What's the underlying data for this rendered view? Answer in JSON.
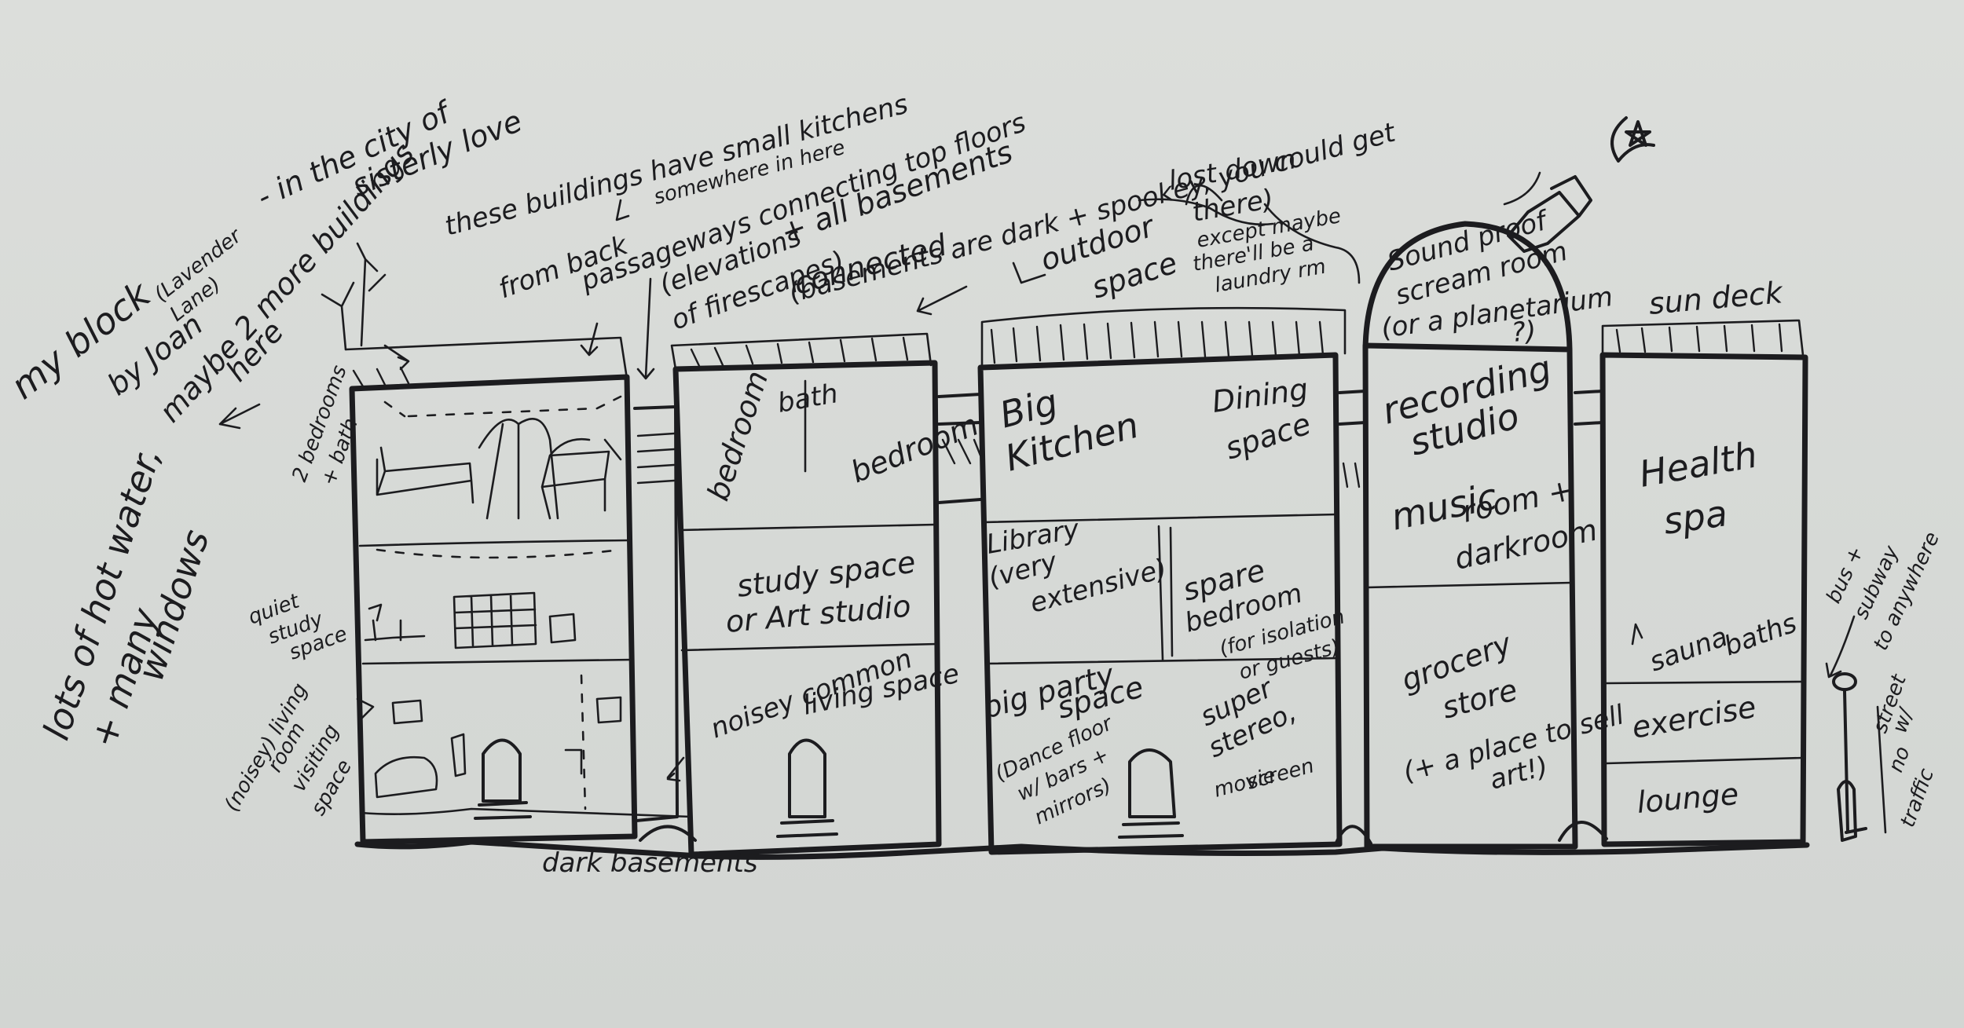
{
  "title": {
    "line1": "my block",
    "paren1": "(Lavender",
    "paren2": "Lane)",
    "byline": "by Joan",
    "suffix1": "- in the city of",
    "suffix2": "sisterly love"
  },
  "margin_notes": {
    "hot_water": "lots of hot water,",
    "many": "+ many",
    "windows": "windows",
    "maybe1": "maybe 2 more buildings",
    "maybe2": "here"
  },
  "top_notes": {
    "kitchens1": "these buildings have small kitchens",
    "kitchens2": "somewhere in here",
    "frombac": "from back",
    "passageways": "passageways connecting top floors",
    "all_basements": "+ all basements",
    "connected": "connected",
    "elevations1": "(elevations",
    "elevations2": "of firescapes)",
    "basements_dark": "(basements are dark + spookey, you could get",
    "lost_down": "lost down",
    "there": "there)",
    "except1": "except maybe",
    "except2": "there'll be a",
    "except3": "laundry rm",
    "outdoor": "outdoor",
    "space": "space"
  },
  "building1": {
    "side_bed1": "2 bedrooms",
    "side_bed2": "+ bath",
    "side_study1": "quiet",
    "side_study2": "study",
    "side_study3": "space",
    "side_living1": "(noisey) living",
    "side_living2": "room",
    "side_living3": "visiting",
    "side_living4": "space"
  },
  "building2": {
    "bedroom_left": "bedroom",
    "bath": "bath",
    "bedroom_right": "bedroom",
    "study1": "study space",
    "study2": "or Art studio",
    "living1": "noisey common",
    "living2": "living space"
  },
  "building3": {
    "kitchen1": "Big",
    "kitchen2": "Kitchen",
    "dining1": "Dining",
    "dining2": "space",
    "library1": "Library",
    "library2": "(very",
    "library3": "extensive)",
    "spare1": "spare",
    "spare2": "bedroom",
    "spare3": "(for isolation",
    "spare4": "or guests)",
    "party1": "big party",
    "party2": "space",
    "party3": "(Dance floor",
    "party4": "w/ bars +",
    "party5": "mirrors)",
    "stereo1": "super",
    "stereo2": "stereo,",
    "stereo3": "movie",
    "stereo4": "screen"
  },
  "building4": {
    "dome1": "Sound proof",
    "dome2": "scream room",
    "dome3": "(or a planetarium",
    "dome4": "?)",
    "recording1": "recording",
    "recording2": "studio",
    "music1": "music",
    "music2": "room +",
    "music3": "darkroom",
    "grocery1": "grocery",
    "grocery2": "store",
    "grocery3": "(+ a place to sell",
    "grocery4": "art!)"
  },
  "building5": {
    "sundeck": "sun deck",
    "spa1": "Health",
    "spa2": "spa",
    "sauna1": "sauna",
    "sauna2": "baths",
    "exercise": "exercise",
    "lounge": "lounge"
  },
  "street": {
    "bus1": "bus +",
    "bus2": "subway",
    "bus3": "to anywhere",
    "street1": "street",
    "street2": "w/",
    "street3": "no",
    "street4": "traffic"
  },
  "bottom": {
    "dark_basements": "dark basements"
  }
}
